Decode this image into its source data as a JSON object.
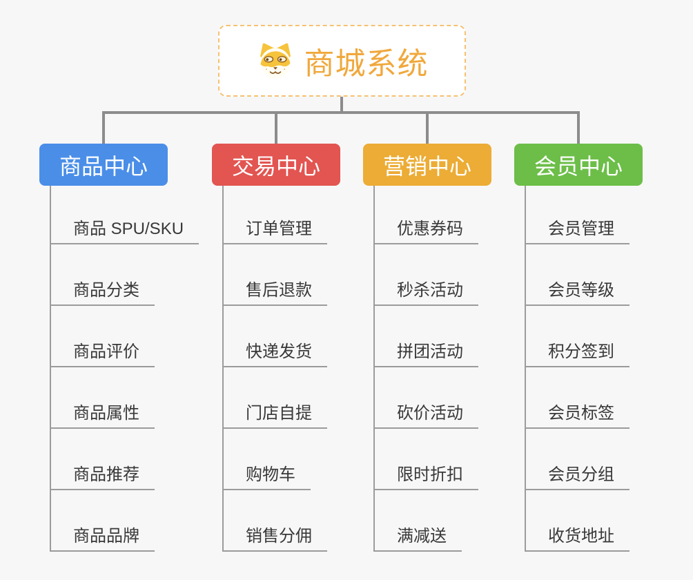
{
  "canvas": {
    "background": "#F7F7F7",
    "connector_color": "#8C8C8C",
    "underline_color": "#9B9B9B",
    "root_accent": "#F0A83C",
    "root_border": "#F5C171"
  },
  "root": {
    "title": "商城系统",
    "icon": "shiba-dog-icon"
  },
  "branches": [
    {
      "label": "商品中心",
      "color": "#4A8EE8",
      "children": [
        "商品 SPU/SKU",
        "商品分类",
        "商品评价",
        "商品属性",
        "商品推荐",
        "商品品牌"
      ]
    },
    {
      "label": "交易中心",
      "color": "#E25551",
      "children": [
        "订单管理",
        "售后退款",
        "快递发货",
        "门店自提",
        "购物车",
        "销售分佣"
      ]
    },
    {
      "label": "营销中心",
      "color": "#ECAC35",
      "children": [
        "优惠券码",
        "秒杀活动",
        "拼团活动",
        "砍价活动",
        "限时折扣",
        "满减送"
      ]
    },
    {
      "label": "会员中心",
      "color": "#6CBE48",
      "children": [
        "会员管理",
        "会员等级",
        "积分签到",
        "会员标签",
        "会员分组",
        "收货地址"
      ]
    }
  ]
}
